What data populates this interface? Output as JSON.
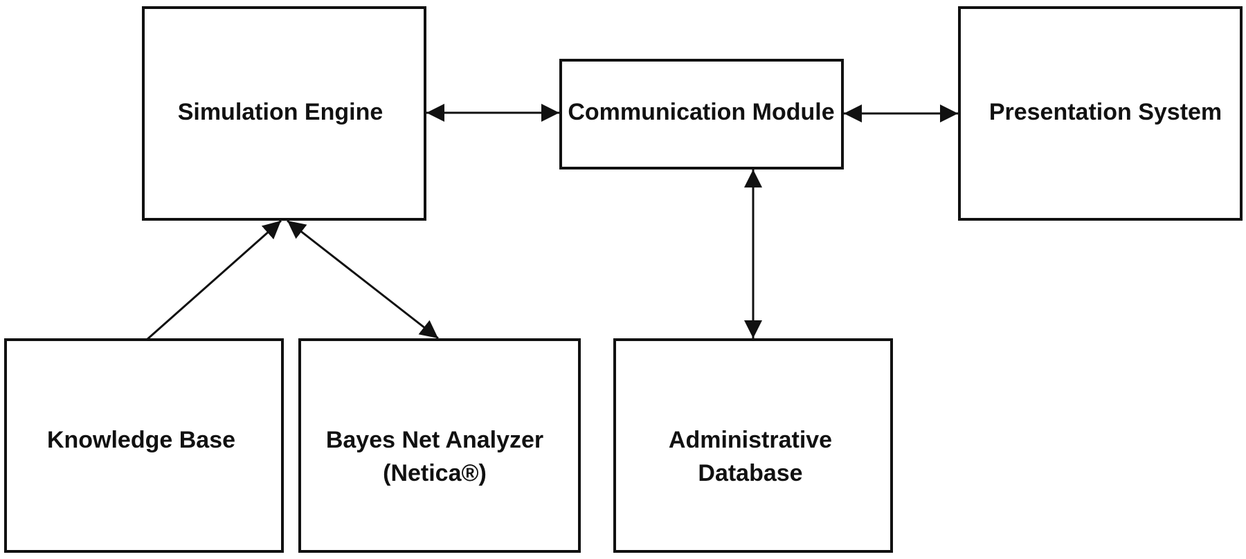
{
  "diagram": {
    "stroke_color": "#111111",
    "background": "#ffffff",
    "nodes": {
      "simulation_engine": {
        "label": "Simulation Engine"
      },
      "communication_module": {
        "label": "Communication Module"
      },
      "presentation_system": {
        "label": "Presentation System"
      },
      "knowledge_base": {
        "label": "Knowledge Base"
      },
      "bayes_net_analyzer": {
        "line1": "Bayes Net Analyzer",
        "line2": "(Netica®)"
      },
      "administrative_database": {
        "line1": "Administrative",
        "line2": "Database"
      }
    },
    "edges": [
      {
        "from": "Simulation Engine",
        "to": "Communication Module",
        "direction": "bidirectional"
      },
      {
        "from": "Communication Module",
        "to": "Presentation System",
        "direction": "bidirectional"
      },
      {
        "from": "Communication Module",
        "to": "Administrative Database",
        "direction": "bidirectional"
      },
      {
        "from": "Knowledge Base",
        "to": "Simulation Engine",
        "direction": "one-way"
      },
      {
        "from": "Simulation Engine",
        "to": "Bayes Net Analyzer (Netica®)",
        "direction": "bidirectional"
      }
    ]
  }
}
